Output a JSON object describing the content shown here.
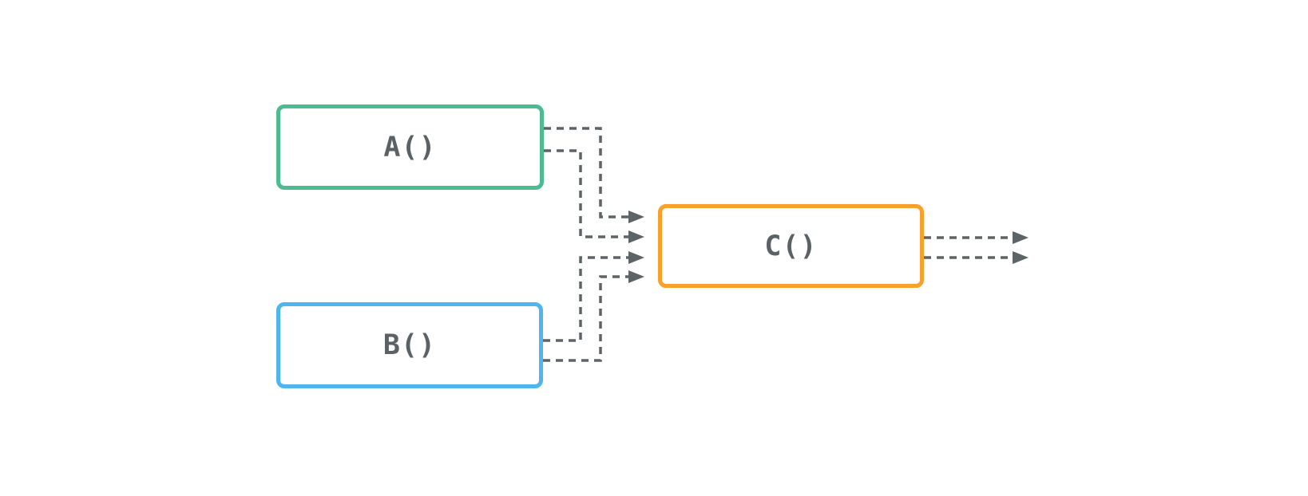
{
  "diagram": {
    "background_color": "#ffffff",
    "connector_color": "#5d6468",
    "connector_style": "dashed",
    "label_color": "#5a6266",
    "nodes": [
      {
        "id": "A",
        "label": "A()",
        "border_color": "#4cbb92"
      },
      {
        "id": "B",
        "label": "B()",
        "border_color": "#4fb5ee"
      },
      {
        "id": "C",
        "label": "C()",
        "border_color": "#f9a02b"
      }
    ],
    "edges": [
      {
        "id": "a-to-c-1",
        "from": "A",
        "to": "C",
        "line_style": "dashed",
        "arrowhead": true
      },
      {
        "id": "a-to-c-2",
        "from": "A",
        "to": "C",
        "line_style": "dashed",
        "arrowhead": true
      },
      {
        "id": "b-to-c-1",
        "from": "B",
        "to": "C",
        "line_style": "dashed",
        "arrowhead": true
      },
      {
        "id": "b-to-c-2",
        "from": "B",
        "to": "C",
        "line_style": "dashed",
        "arrowhead": true
      },
      {
        "id": "c-output-1",
        "from": "C",
        "to": null,
        "line_style": "dashed",
        "arrowhead": true
      },
      {
        "id": "c-output-2",
        "from": "C",
        "to": null,
        "line_style": "dashed",
        "arrowhead": true
      }
    ]
  }
}
